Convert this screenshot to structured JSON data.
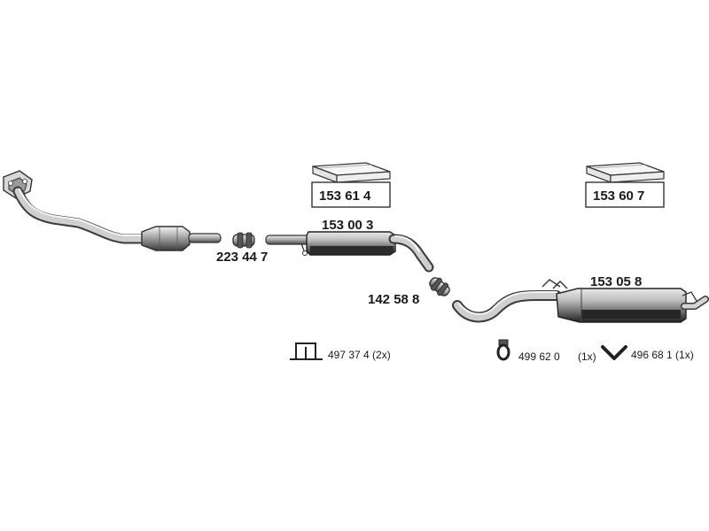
{
  "parts": {
    "front_pipe_clamp": "223 44 7",
    "middle_silencer": "153 00 3",
    "middle_kit_box": "153 61 4",
    "connector_clamp": "142 58 8",
    "rear_silencer": "153 05 8",
    "rear_kit_box": "153 60 7"
  },
  "hardware": {
    "bracket": "497 37 4 (2x)",
    "rubber_ring": "499 62 0",
    "rubber_ring_qty": "(1x)",
    "hanger": "496 68 1 (1x)"
  },
  "colors": {
    "pipe_light": "#d9d9d9",
    "pipe_mid": "#9a9a9a",
    "pipe_dark": "#3a3a3a",
    "muffler_dark": "#2b2b2b",
    "text": "#1a1a1a"
  }
}
